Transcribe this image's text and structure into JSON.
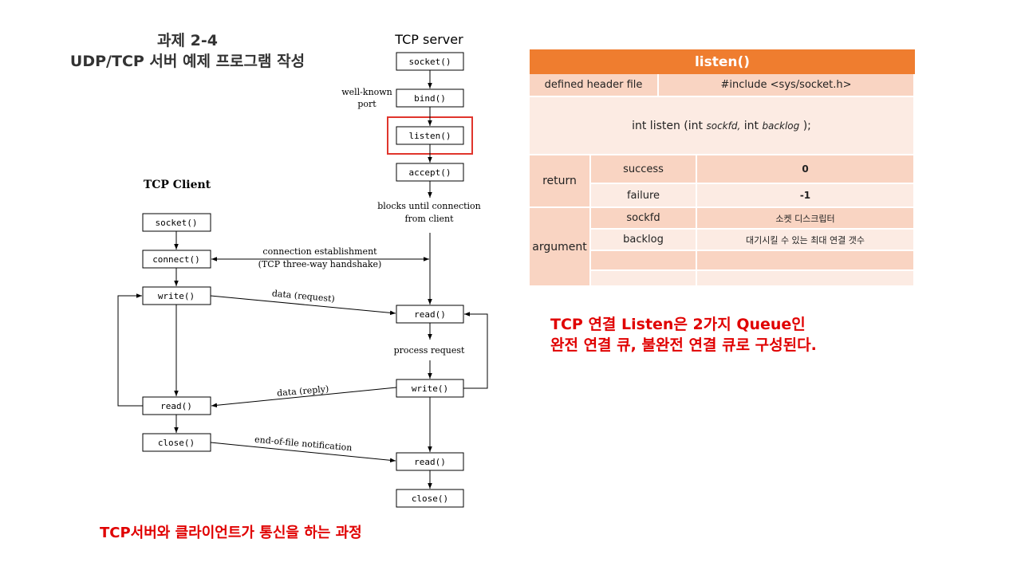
{
  "title": {
    "line1": "과제 2-4",
    "line2": "UDP/TCP 서버 예제 프로그램 작성"
  },
  "diagram": {
    "server_heading": "TCP server",
    "client_heading": "TCP Client",
    "server_boxes": {
      "socket": "socket()",
      "bind": "bind()",
      "listen": "listen()",
      "accept": "accept()",
      "read1": "read()",
      "write": "write()",
      "read2": "read()",
      "close": "close()"
    },
    "client_boxes": {
      "socket": "socket()",
      "connect": "connect()",
      "write": "write()",
      "read": "read()",
      "close": "close()"
    },
    "labels": {
      "well_known_1": "well-known",
      "well_known_2": "port",
      "blocks_1": "blocks until connection",
      "blocks_2": "from client",
      "conn_1": "connection establishment",
      "conn_2": "(TCP three-way handshake)",
      "data_request": "data (request)",
      "process_request": "process request",
      "data_reply": "data (reply)",
      "eof": "end-of-file notification"
    },
    "highlight_color": "#e0352c"
  },
  "caption_left": "TCP서버와 클라이언트가 통신을 하는 과정",
  "caption_right": {
    "line1": "TCP 연결 Listen은 2가지 Queue인",
    "line2": "완전 연결 큐, 불완전 연결 큐로 구성된다."
  },
  "table": {
    "header": "listen()",
    "header_file_label": "defined header file",
    "header_file_value": "#include <sys/socket.h>",
    "sig_prefix": "int listen (int ",
    "sig_arg1": "sockfd,",
    "sig_mid": " int ",
    "sig_arg2": "backlog",
    "sig_suffix": " );",
    "return_label": "return",
    "success_label": "success",
    "success_value": "0",
    "failure_label": "failure",
    "failure_value": "-1",
    "argument_label": "argument",
    "arg1_name": "sockfd",
    "arg1_desc": "소켓 디스크립터",
    "arg2_name": "backlog",
    "arg2_desc": "대기시킬 수 있는 최대 연결 갯수",
    "colors": {
      "header": "#ef7d2f",
      "dark": "#f9d4c2",
      "light": "#fcebe3"
    }
  }
}
